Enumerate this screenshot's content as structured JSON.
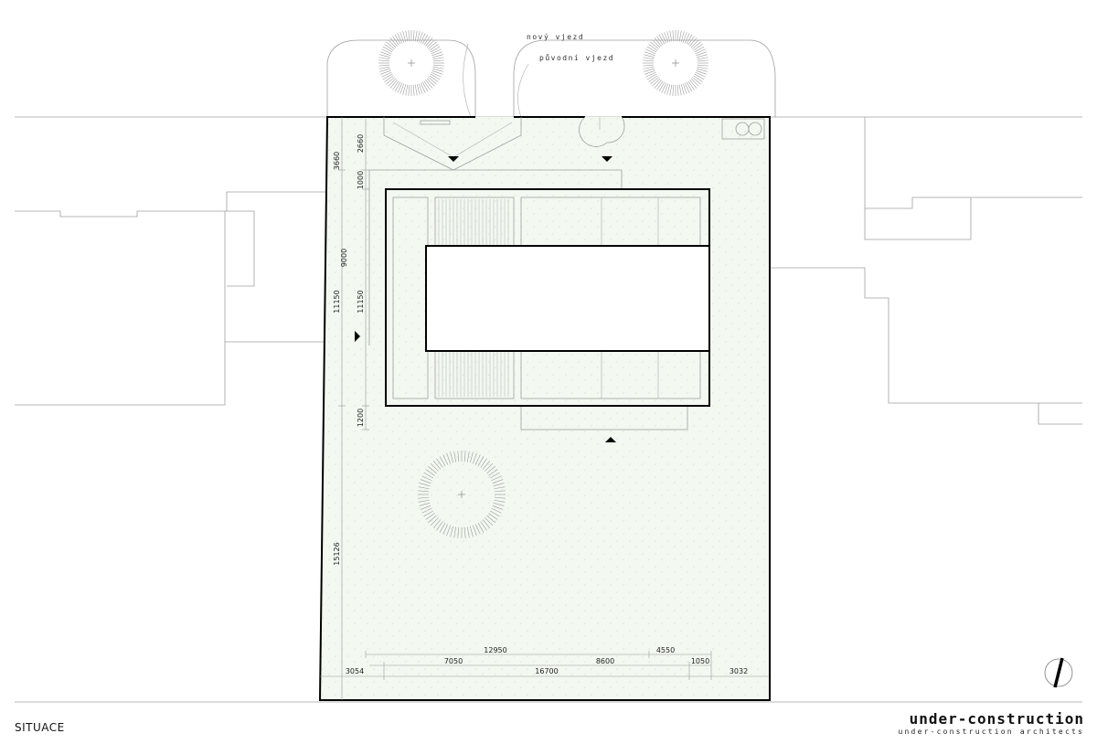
{
  "drawing": {
    "title": "SITUACE",
    "labels": {
      "new_entrance": "nový vjezd",
      "original_entrance": "původní vjezd"
    },
    "dimensions": {
      "vertical_outer": [
        "3660",
        "11150",
        "15126"
      ],
      "vertical_inner": [
        "2660",
        "1000",
        "9000",
        "11150",
        "1200"
      ],
      "horizontal_row1": [
        "12950",
        "4550"
      ],
      "horizontal_row2": [
        "7050",
        "8600",
        "1050"
      ],
      "horizontal_row3": [
        "3054",
        "16700",
        "3032"
      ]
    }
  },
  "logo": {
    "name": "under-construction",
    "tagline": "under-construction architects"
  },
  "colors": {
    "garden_fill": "#f3f8f0",
    "line": "#a0a0a0",
    "wall": "#000000"
  }
}
